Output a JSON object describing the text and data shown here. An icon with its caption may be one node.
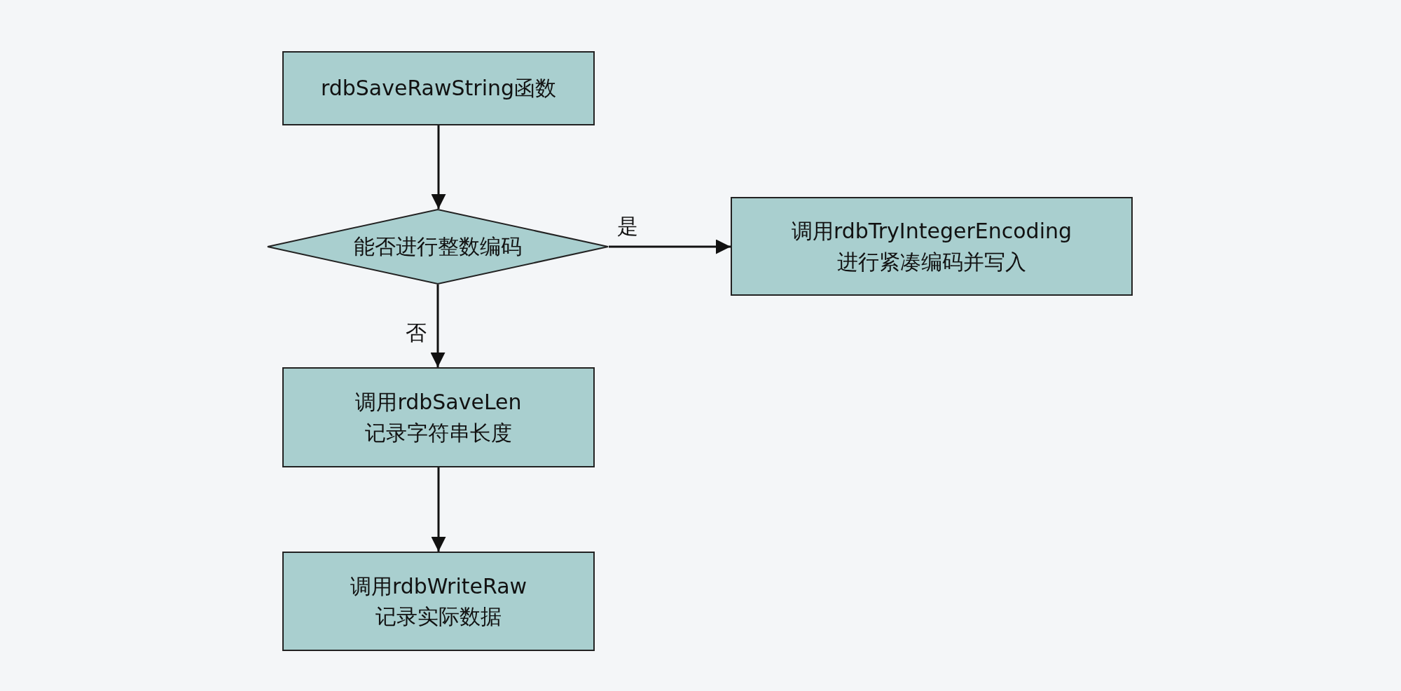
{
  "diagram": {
    "nodes": [
      {
        "text": [
          "rdbSaveRawString函数"
        ]
      },
      {
        "text": [
          "能否进行整数编码"
        ]
      },
      {
        "text": [
          "调用rdbTryIntegerEncoding",
          "进行紧凑编码并写入"
        ]
      },
      {
        "text": [
          "调用rdbSaveLen",
          "记录字符串长度"
        ]
      },
      {
        "text": [
          "调用rdbWriteRaw",
          "记录实际数据"
        ]
      }
    ],
    "edges": [
      {
        "from": 0,
        "to": 1,
        "arrow": "to"
      },
      {
        "from": 1,
        "to": 2,
        "arrow": "to",
        "label": "是"
      },
      {
        "from": 1,
        "to": 3,
        "arrow": "to",
        "label": "否"
      },
      {
        "from": 3,
        "to": 4,
        "arrow": "to"
      }
    ]
  }
}
